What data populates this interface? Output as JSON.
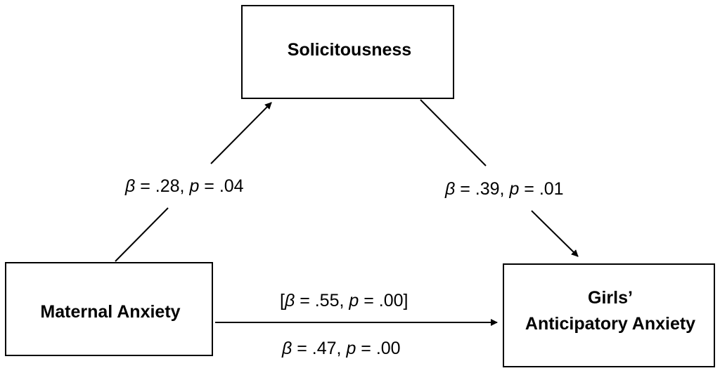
{
  "nodes": {
    "mediator": {
      "label": "Solicitousness"
    },
    "predictor": {
      "label": "Maternal Anxiety"
    },
    "outcome": {
      "line1": "Girls’",
      "line2": "Anticipatory Anxiety"
    }
  },
  "paths": {
    "a": {
      "beta_symbol": "β",
      "beta_value": " = .28, ",
      "p_symbol": "p",
      "p_value": " = .04"
    },
    "b": {
      "beta_symbol": "β",
      "beta_value": " = .39, ",
      "p_symbol": "p",
      "p_value": " = .01"
    },
    "total": {
      "open": "[",
      "beta_symbol": "β",
      "beta_value": " = .55, ",
      "p_symbol": "p",
      "p_value": " = .00",
      "close": "]"
    },
    "direct": {
      "beta_symbol": "β",
      "beta_value": " = .47, ",
      "p_symbol": "p",
      "p_value": " = .00"
    }
  },
  "colors": {
    "stroke": "#000000",
    "background": "#ffffff"
  }
}
